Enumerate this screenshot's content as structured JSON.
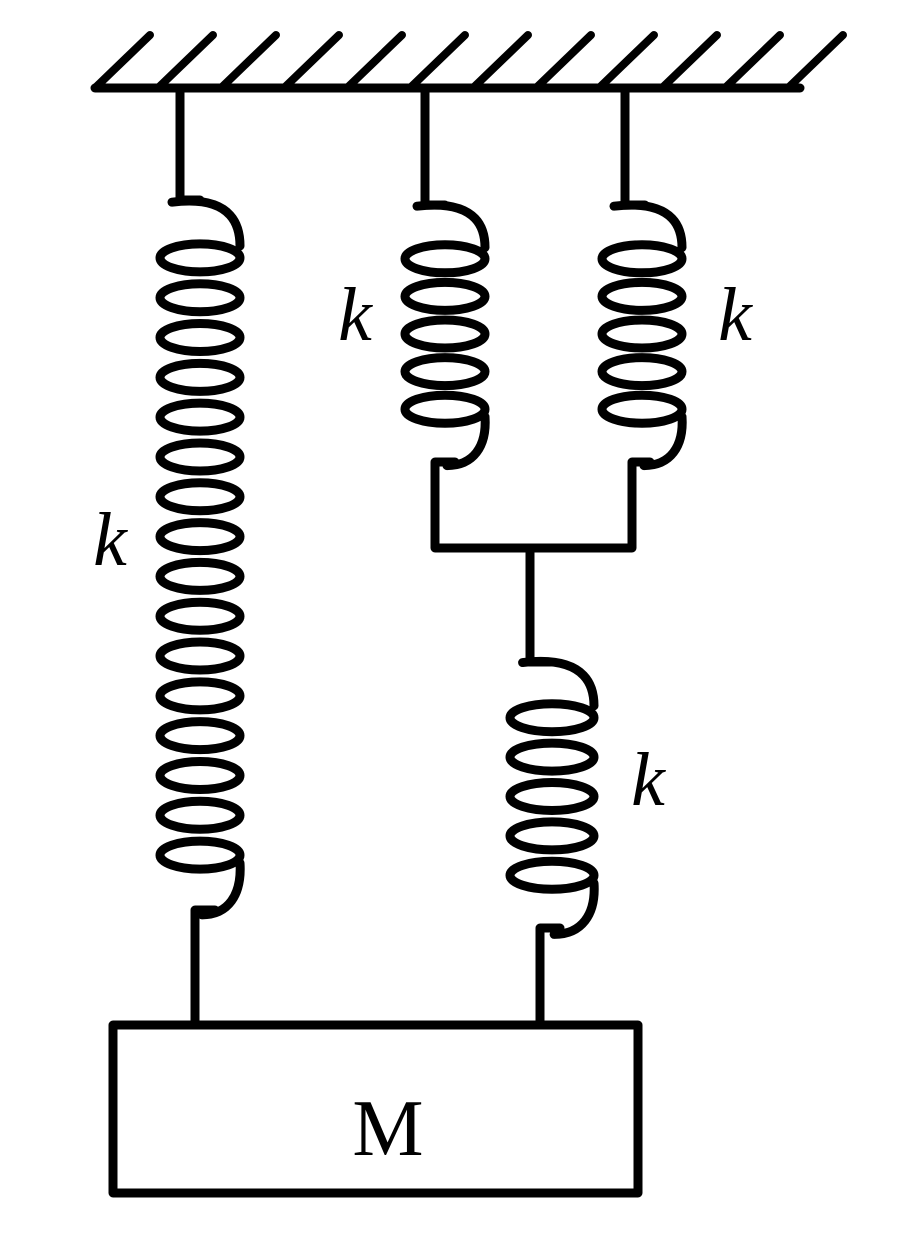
{
  "labels": {
    "spring_left": "k",
    "spring_top_middle": "k",
    "spring_top_right": "k",
    "spring_bottom": "k",
    "mass": "M"
  }
}
